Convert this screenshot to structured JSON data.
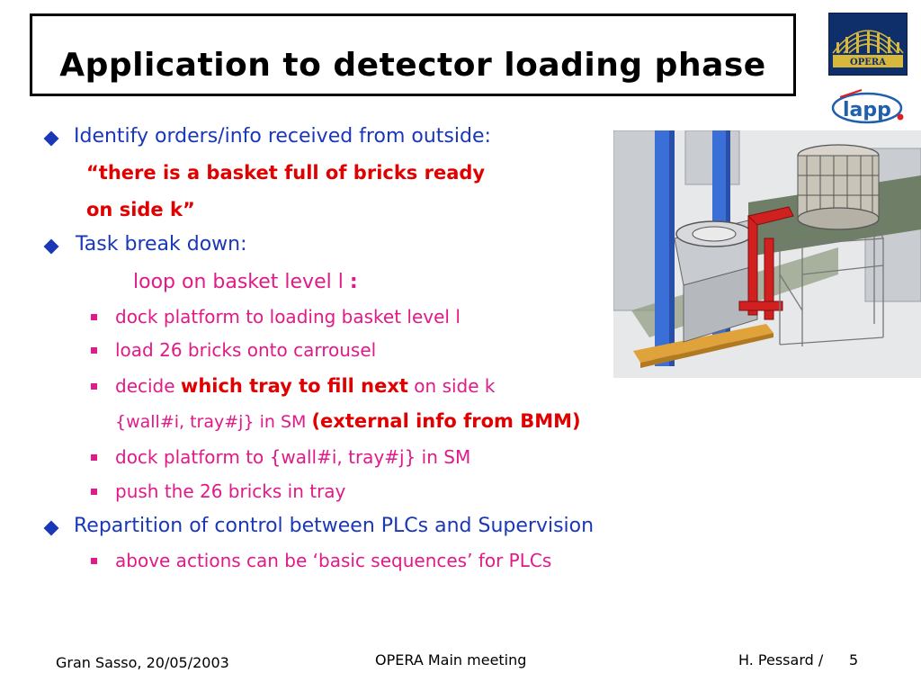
{
  "title": "Application to detector loading phase",
  "logos": {
    "opera_text": "OPERA"
  },
  "body": {
    "b1": "Identify orders/info received from outside:",
    "quote_l1": "“there is a basket full of bricks ready",
    "quote_l2": "on side k”",
    "b2": "Task break down:",
    "loop": "loop on basket level l",
    "loop_colon": ":",
    "s1": "dock platform to loading basket level l",
    "s2": "load 26 bricks onto carrousel",
    "s3_pre": "decide ",
    "s3_bold": "which tray to fill next",
    "s3_post": " on side k",
    "s3_l2_pre": "{wall#i, tray#j} in SM ",
    "s3_l2_bold": "(external info from BMM)",
    "s4": "dock platform to {wall#i, tray#j} in SM",
    "s5": "push the 26 bricks in tray",
    "b3": "Repartition of control between PLCs and Supervision",
    "s6": "above actions can be ‘basic sequences’ for PLCs"
  },
  "footer": {
    "left": "Gran Sasso, 20/05/2003",
    "center": "OPERA Main meeting",
    "right": "H. Pessard /",
    "page": "5"
  }
}
